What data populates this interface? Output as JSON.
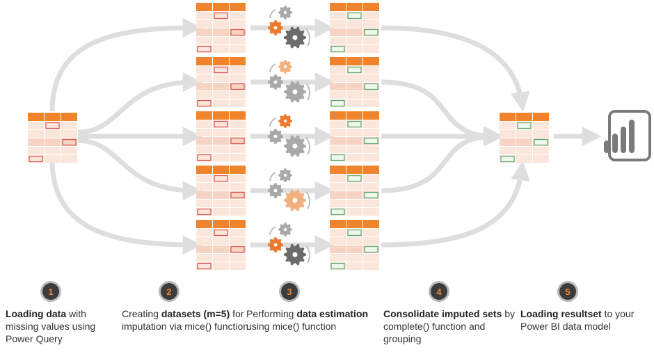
{
  "steps": [
    {
      "number": "1",
      "pre": "",
      "bold": "Loading data",
      "post": " with missing values using Power Query"
    },
    {
      "number": "2",
      "pre": "Creating ",
      "bold": "datasets (m=5)",
      "post": " for imputation via mice() function"
    },
    {
      "number": "3",
      "pre": "Performing ",
      "bold": "data estimation",
      "post": " using mice() function"
    },
    {
      "number": "4",
      "pre": "",
      "bold": "Consolidate imputed sets",
      "post": " by complete() function and grouping"
    },
    {
      "number": "5",
      "pre": "",
      "bold": "Loading resultset",
      "post": " to your Power BI data model"
    }
  ],
  "colors": {
    "header": "#f0842c",
    "row_light": "#fbe6dc",
    "row_mid": "#f7d3c4",
    "missing_border": "#e0504a",
    "imputed_border": "#5aa86a",
    "arrow": "#dedede",
    "gear_orange": "#ee7a2f",
    "gear_peach": "#f2b07e",
    "gear_gray": "#a9a9a9",
    "gear_dark": "#6b6b6b",
    "powerbi_icon": "#7a7a7a",
    "badge": "#3c3c3c"
  },
  "icons": [
    "table-icon",
    "gear-icon",
    "power-bi-icon"
  ]
}
